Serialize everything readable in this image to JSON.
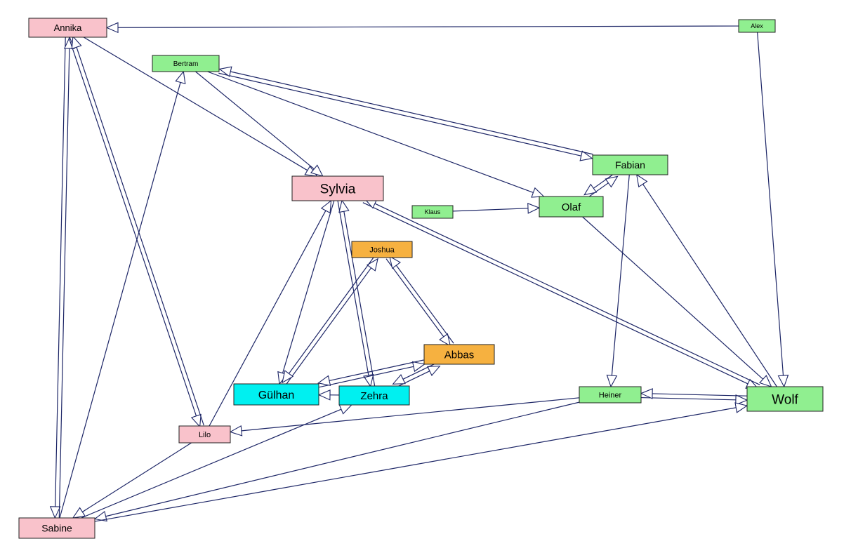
{
  "colors": {
    "female": "#f9c2cb",
    "male": "#90ef90",
    "gold": "#f6b140",
    "cyan": "#00f0f0",
    "edge": "#1c2566"
  },
  "nodes": [
    {
      "id": "annika",
      "label": "Annika",
      "color": "female"
    },
    {
      "id": "alex",
      "label": "Alex",
      "color": "male"
    },
    {
      "id": "bertram",
      "label": "Bertram",
      "color": "male"
    },
    {
      "id": "sylvia",
      "label": "Sylvia",
      "color": "female"
    },
    {
      "id": "fabian",
      "label": "Fabian",
      "color": "male"
    },
    {
      "id": "klaus",
      "label": "Klaus",
      "color": "male"
    },
    {
      "id": "olaf",
      "label": "Olaf",
      "color": "male"
    },
    {
      "id": "joshua",
      "label": "Joshua",
      "color": "gold"
    },
    {
      "id": "abbas",
      "label": "Abbas",
      "color": "gold"
    },
    {
      "id": "gulhan",
      "label": "Gülhan",
      "color": "cyan"
    },
    {
      "id": "zehra",
      "label": "Zehra",
      "color": "cyan"
    },
    {
      "id": "heiner",
      "label": "Heiner",
      "color": "male"
    },
    {
      "id": "wolf",
      "label": "Wolf",
      "color": "male"
    },
    {
      "id": "lilo",
      "label": "Lilo",
      "color": "female"
    },
    {
      "id": "sabine",
      "label": "Sabine",
      "color": "female"
    }
  ],
  "edges": [
    {
      "from": "alex",
      "to": "annika"
    },
    {
      "from": "alex",
      "to": "wolf"
    },
    {
      "from": "annika",
      "to": "sylvia"
    },
    {
      "from": "annika",
      "to": "sabine"
    },
    {
      "from": "sabine",
      "to": "annika"
    },
    {
      "from": "annika",
      "to": "lilo"
    },
    {
      "from": "lilo",
      "to": "annika"
    },
    {
      "from": "bertram",
      "to": "sylvia"
    },
    {
      "from": "bertram",
      "to": "fabian"
    },
    {
      "from": "fabian",
      "to": "bertram"
    },
    {
      "from": "bertram",
      "to": "olaf"
    },
    {
      "from": "sabine",
      "to": "bertram"
    },
    {
      "from": "klaus",
      "to": "olaf"
    },
    {
      "from": "olaf",
      "to": "fabian"
    },
    {
      "from": "fabian",
      "to": "olaf"
    },
    {
      "from": "fabian",
      "to": "heiner"
    },
    {
      "from": "wolf",
      "to": "fabian"
    },
    {
      "from": "olaf",
      "to": "wolf"
    },
    {
      "from": "sylvia",
      "to": "wolf"
    },
    {
      "from": "wolf",
      "to": "sylvia"
    },
    {
      "from": "sylvia",
      "to": "gulhan"
    },
    {
      "from": "sylvia",
      "to": "zehra"
    },
    {
      "from": "zehra",
      "to": "sylvia"
    },
    {
      "from": "lilo",
      "to": "sylvia"
    },
    {
      "from": "gulhan",
      "to": "joshua"
    },
    {
      "from": "joshua",
      "to": "gulhan"
    },
    {
      "from": "joshua",
      "to": "abbas"
    },
    {
      "from": "abbas",
      "to": "joshua"
    },
    {
      "from": "gulhan",
      "to": "abbas"
    },
    {
      "from": "abbas",
      "to": "gulhan"
    },
    {
      "from": "zehra",
      "to": "abbas"
    },
    {
      "from": "abbas",
      "to": "zehra"
    },
    {
      "from": "zehra",
      "to": "gulhan"
    },
    {
      "from": "heiner",
      "to": "wolf"
    },
    {
      "from": "wolf",
      "to": "heiner"
    },
    {
      "from": "heiner",
      "to": "lilo"
    },
    {
      "from": "heiner",
      "to": "sabine"
    },
    {
      "from": "sabine",
      "to": "wolf"
    },
    {
      "from": "lilo",
      "to": "sabine"
    },
    {
      "from": "sabine",
      "to": "zehra"
    }
  ]
}
